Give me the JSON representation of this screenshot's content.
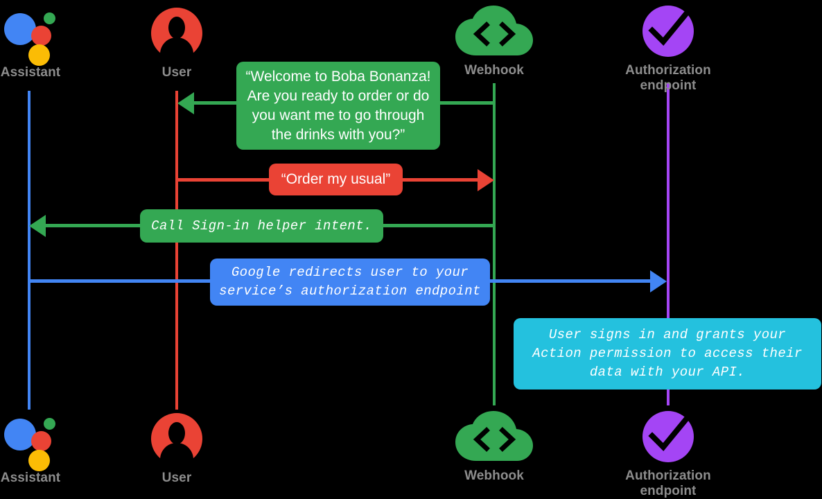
{
  "diagram": {
    "title": "Account linking sequence diagram",
    "background": "#000000",
    "label_color": "#8d8d8d"
  },
  "colors": {
    "assistant_blue": "#4285F4",
    "user_red": "#EA4335",
    "webhook_green": "#34A853",
    "auth_purple": "#A445F5",
    "info_cyan": "#24C1DE",
    "google_yellow": "#FBBC05",
    "google_green": "#34A853"
  },
  "actors": [
    {
      "id": "assistant",
      "label": "Assistant",
      "icon": "google-assistant-logo",
      "lifeline_color": "#4285F4"
    },
    {
      "id": "user",
      "label": "User",
      "icon": "user-avatar-icon",
      "lifeline_color": "#EA4335"
    },
    {
      "id": "webhook",
      "label": "Webhook",
      "icon": "cloud-code-icon",
      "lifeline_color": "#34A853"
    },
    {
      "id": "authorization",
      "label": "Authorization\nendpoint",
      "icon": "purple-check-circle-icon",
      "lifeline_color": "#A445F5"
    }
  ],
  "messages": [
    {
      "id": "welcome",
      "from": "webhook",
      "to": "user",
      "direction": "left",
      "color": "#34A853",
      "font": "sans",
      "text": "“Welcome to Boba Bonanza! Are you ready to order or do you want me to go through the drinks with you?”",
      "lines": [
        "“Welcome to Boba Bonanza!",
        "Are you ready to order or do",
        "you want me to go through",
        "the drinks with you?”"
      ]
    },
    {
      "id": "order-my-usual",
      "from": "user",
      "to": "webhook",
      "direction": "right",
      "color": "#EA4335",
      "font": "sans",
      "text": "“Order my usual”",
      "lines": [
        "“Order my usual”"
      ]
    },
    {
      "id": "call-signin-helper",
      "from": "webhook",
      "to": "assistant",
      "direction": "left",
      "color": "#34A853",
      "font": "mono",
      "text": "Call Sign-in helper intent.",
      "lines": [
        "Call Sign-in helper intent."
      ]
    },
    {
      "id": "google-redirect",
      "from": "assistant",
      "to": "authorization",
      "direction": "right",
      "color": "#4285F4",
      "font": "mono",
      "text": "Google redirects user to your service’s authorization endpoint",
      "lines": [
        "Google redirects user to your",
        "service’s authorization endpoint"
      ]
    },
    {
      "id": "user-signs-in",
      "from": "authorization",
      "to": "authorization",
      "direction": "note",
      "color": "#24C1DE",
      "font": "mono",
      "text": "User signs in and grants your Action permission to access their data with your API.",
      "lines": [
        "User signs in and grants your",
        "Action permission to access their",
        "data with your API."
      ]
    }
  ]
}
